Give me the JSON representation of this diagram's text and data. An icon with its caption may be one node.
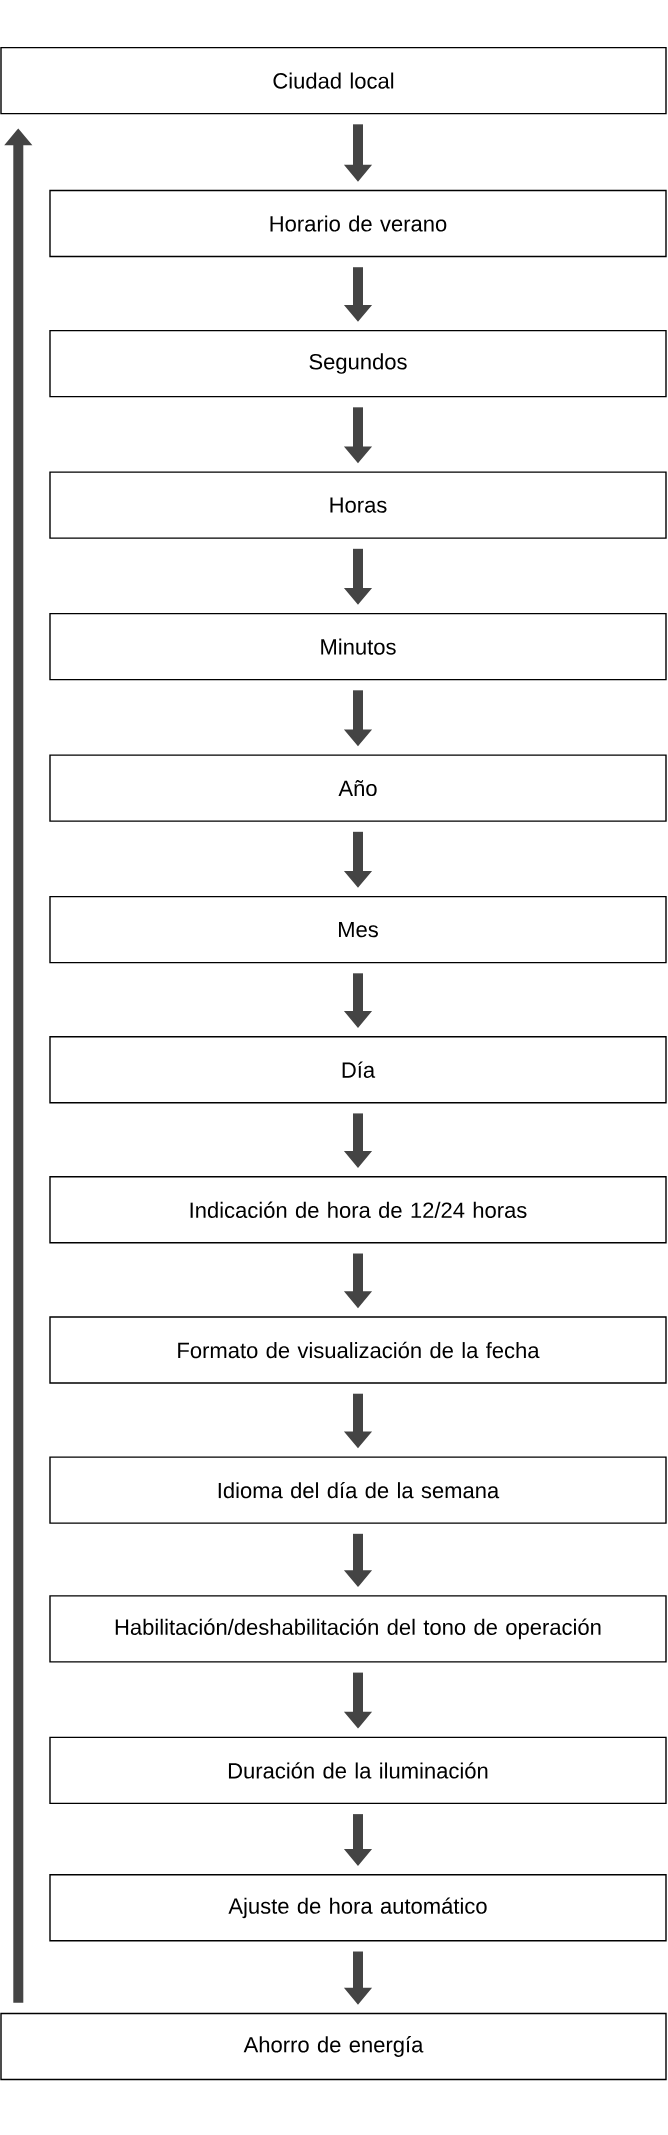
{
  "diagram": {
    "nodes": [
      {
        "text": [
          "Ciudad local"
        ]
      },
      {
        "text": [
          "Horario de verano"
        ]
      },
      {
        "text": [
          "Segundos"
        ]
      },
      {
        "text": [
          "Horas"
        ]
      },
      {
        "text": [
          "Minutos"
        ]
      },
      {
        "text": [
          "Año"
        ]
      },
      {
        "text": [
          "Mes"
        ]
      },
      {
        "text": [
          "Día"
        ]
      },
      {
        "text": [
          "Indicación de hora de 12/24 horas"
        ]
      },
      {
        "text": [
          "Formato de visualización de la fecha"
        ]
      },
      {
        "text": [
          "Idioma del día de la semana"
        ]
      },
      {
        "text": [
          "Habilitación/deshabilitación del tono de operación"
        ]
      },
      {
        "text": [
          "Duración de la iluminación"
        ]
      },
      {
        "text": [
          "Ajuste de hora automático"
        ]
      },
      {
        "text": [
          "Ahorro de energía"
        ]
      }
    ],
    "edges": [
      {
        "from": 0,
        "to": 1,
        "arrow": "to"
      },
      {
        "from": 1,
        "to": 2,
        "arrow": "to"
      },
      {
        "from": 2,
        "to": 3,
        "arrow": "to"
      },
      {
        "from": 3,
        "to": 4,
        "arrow": "to"
      },
      {
        "from": 4,
        "to": 5,
        "arrow": "to"
      },
      {
        "from": 5,
        "to": 6,
        "arrow": "to"
      },
      {
        "from": 6,
        "to": 7,
        "arrow": "to"
      },
      {
        "from": 7,
        "to": 8,
        "arrow": "to"
      },
      {
        "from": 8,
        "to": 9,
        "arrow": "to"
      },
      {
        "from": 9,
        "to": 10,
        "arrow": "to"
      },
      {
        "from": 10,
        "to": 11,
        "arrow": "to"
      },
      {
        "from": 11,
        "to": 12,
        "arrow": "to"
      },
      {
        "from": 12,
        "to": 13,
        "arrow": "to"
      },
      {
        "from": 13,
        "to": 14,
        "arrow": "to"
      },
      {
        "from": 14,
        "to": 0,
        "arrow": "to"
      }
    ]
  }
}
